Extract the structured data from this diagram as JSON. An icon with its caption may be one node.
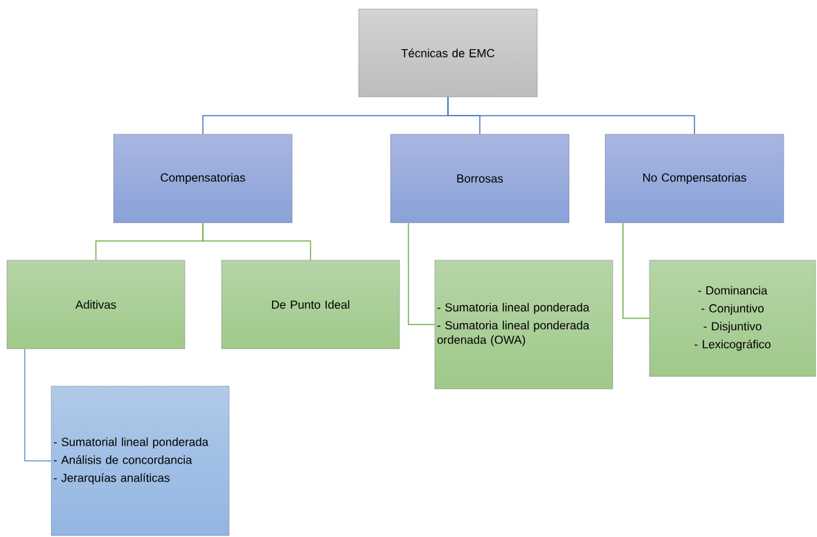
{
  "diagram": {
    "nodes": [
      {
        "text": [
          "Técnicas de EMC"
        ]
      },
      {
        "text": [
          "Compensatorias"
        ]
      },
      {
        "text": [
          "Borrosas"
        ]
      },
      {
        "text": [
          "No Compensatorias"
        ]
      },
      {
        "text": [
          "Aditivas"
        ]
      },
      {
        "text": [
          "De Punto Ideal"
        ]
      },
      {
        "text": [
          "- Sumatoria lineal ponderada",
          "- Sumatoria lineal ponderada ordenada (OWA)"
        ]
      },
      {
        "text": [
          "- Dominancia",
          "- Conjuntivo",
          "- Disjuntivo",
          "- Lexicográfico"
        ]
      },
      {
        "text": [
          "- Sumatorial lineal ponderada",
          "- Análisis de concordancia",
          "- Jerarquías analíticas"
        ]
      }
    ],
    "edges": [
      {
        "from": 0,
        "to": 1,
        "arrow": "none",
        "color": "#4472c4"
      },
      {
        "from": 0,
        "to": 2,
        "arrow": "none",
        "color": "#4472c4"
      },
      {
        "from": 0,
        "to": 3,
        "arrow": "none",
        "color": "#4472c4"
      },
      {
        "from": 1,
        "to": 4,
        "arrow": "none",
        "color": "#70ad47"
      },
      {
        "from": 1,
        "to": 5,
        "arrow": "none",
        "color": "#70ad47"
      },
      {
        "from": 2,
        "to": 6,
        "arrow": "none",
        "color": "#70ad47"
      },
      {
        "from": 3,
        "to": 7,
        "arrow": "none",
        "color": "#70ad47"
      },
      {
        "from": 4,
        "to": 8,
        "arrow": "none",
        "color": "#5b9bd5"
      }
    ]
  }
}
